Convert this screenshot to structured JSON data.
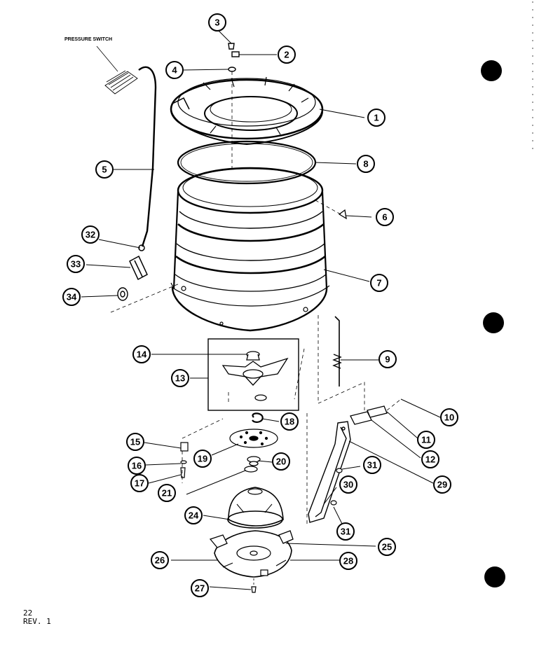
{
  "diagram": {
    "caption": "PRESSURE SWITCH",
    "callouts": [
      {
        "id": "c1",
        "label": "1"
      },
      {
        "id": "c2",
        "label": "2"
      },
      {
        "id": "c3",
        "label": "3"
      },
      {
        "id": "c4",
        "label": "4"
      },
      {
        "id": "c5",
        "label": "5"
      },
      {
        "id": "c6",
        "label": "6"
      },
      {
        "id": "c7",
        "label": "7"
      },
      {
        "id": "c8",
        "label": "8"
      },
      {
        "id": "c9",
        "label": "9"
      },
      {
        "id": "c10",
        "label": "10"
      },
      {
        "id": "c11",
        "label": "11"
      },
      {
        "id": "c12",
        "label": "12"
      },
      {
        "id": "c13",
        "label": "13"
      },
      {
        "id": "c14",
        "label": "14"
      },
      {
        "id": "c15",
        "label": "15"
      },
      {
        "id": "c16",
        "label": "16"
      },
      {
        "id": "c17",
        "label": "17"
      },
      {
        "id": "c18",
        "label": "18"
      },
      {
        "id": "c19",
        "label": "19"
      },
      {
        "id": "c20",
        "label": "20"
      },
      {
        "id": "c21",
        "label": "21"
      },
      {
        "id": "c24",
        "label": "24"
      },
      {
        "id": "c25",
        "label": "25"
      },
      {
        "id": "c26",
        "label": "26"
      },
      {
        "id": "c27",
        "label": "27"
      },
      {
        "id": "c28",
        "label": "28"
      },
      {
        "id": "c29",
        "label": "29"
      },
      {
        "id": "c30",
        "label": "30"
      },
      {
        "id": "c31a",
        "label": "31"
      },
      {
        "id": "c31b",
        "label": "31"
      },
      {
        "id": "c32",
        "label": "32"
      },
      {
        "id": "c33",
        "label": "33"
      },
      {
        "id": "c34",
        "label": "34"
      }
    ]
  },
  "footer": {
    "page_number": "22",
    "revision": "REV. 1"
  }
}
